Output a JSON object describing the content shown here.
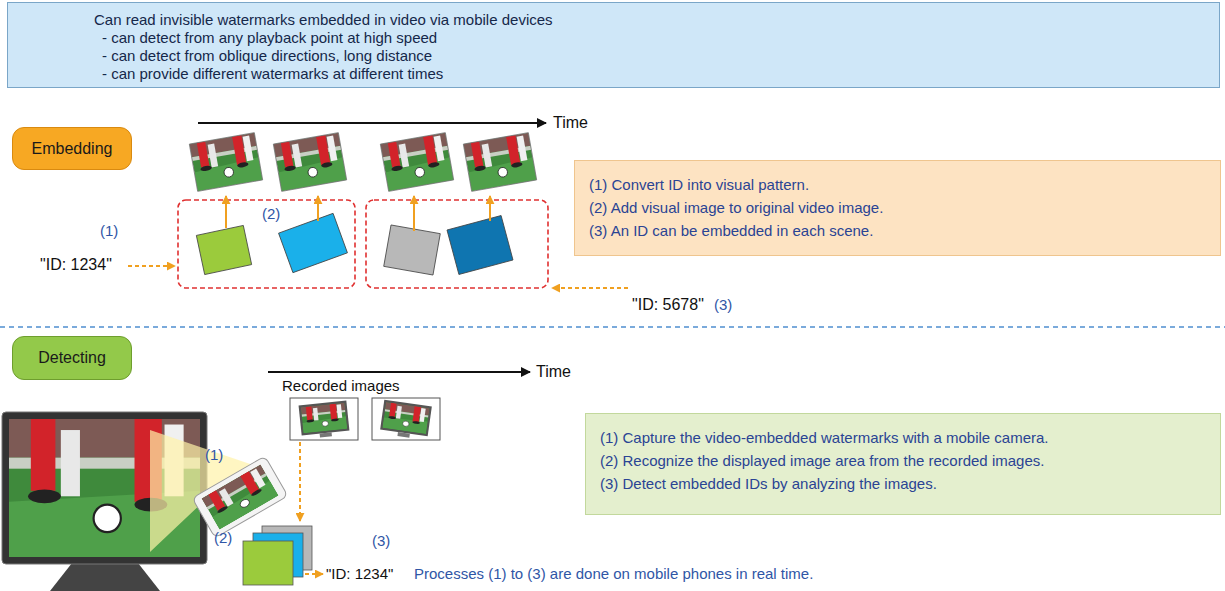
{
  "diagram": {
    "nodes": [
      {
        "text": [
          "Can read invisible watermarks embedded in video via mobile devices",
          "- can detect from any playback point at high speed",
          "- can detect from oblique directions, long distance",
          "- can provide different watermarks at different times"
        ]
      },
      {
        "text": [
          "Embedding"
        ]
      },
      {
        "text": [
          "(1) Convert ID into visual pattern.",
          "(2) Add visual image to original video image.",
          "(3) An ID can be embedded in each scene."
        ]
      },
      {
        "text": [
          "Detecting"
        ]
      },
      {
        "text": [
          "(1) Capture the video-embedded watermarks with a mobile camera.",
          "(2) Recognize the displayed image area from the recorded images.",
          "(3) Detect embedded IDs by analyzing the images."
        ]
      }
    ],
    "labels": [
      "Time",
      "(1)",
      "(2)",
      "\"ID: 1234\"",
      "\"ID: 5678\"",
      "(3)",
      "Time",
      "Recorded images",
      "(1)",
      "(2)",
      "(3)",
      "\"ID: 1234\"",
      "Processes (1) to (3) are done on mobile phones in real time."
    ]
  }
}
